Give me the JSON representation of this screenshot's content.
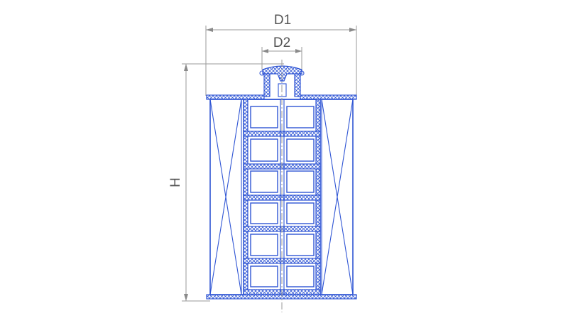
{
  "labels": {
    "d1": "D1",
    "d2": "D2",
    "h": "H"
  },
  "colors": {
    "outline": "#2f55d4",
    "dimension": "#9a9a9a",
    "text": "#555555"
  }
}
